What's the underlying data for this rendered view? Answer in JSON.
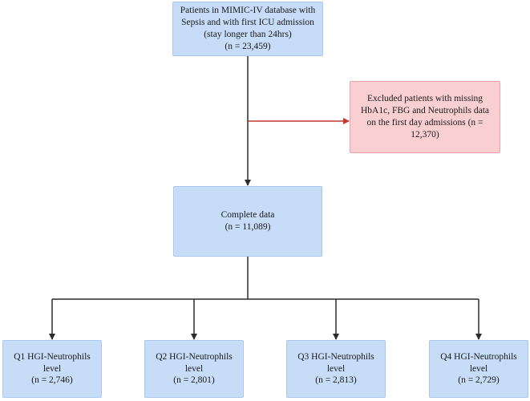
{
  "nodes": {
    "patients": {
      "line1": "Patients in MIMIC-IV database with",
      "line2": "Sepsis and with first ICU admission",
      "line3": "(stay longer than 24hrs)",
      "line4": "(n = 23,459)"
    },
    "excluded": {
      "line1": "Excluded patients with missing",
      "line2": "HbA1c, FBG and Neutrophils data",
      "line3": "on the first day admissions (n =",
      "line4": "12,370)"
    },
    "complete": {
      "line1": "Complete data",
      "line2": "(n = 11,089)"
    },
    "q1": {
      "line1": "Q1 HGI-Neutrophils",
      "line2": "level",
      "line3": "(n = 2,746)"
    },
    "q2": {
      "line1": "Q2 HGI-Neutrophils",
      "line2": "level",
      "line3": "(n = 2,801)"
    },
    "q3": {
      "line1": "Q3 HGI-Neutrophils",
      "line2": "level",
      "line3": "(n = 2,813)"
    },
    "q4": {
      "line1": "Q4 HGI-Neutrophils",
      "line2": "level",
      "line3": "(n = 2,729)"
    }
  },
  "colors": {
    "box_fill": "#c6dcf7",
    "exclusion_fill": "#f9cfd1",
    "main_arrow": "#2b2b2b",
    "exclusion_arrow": "#c0392b"
  }
}
